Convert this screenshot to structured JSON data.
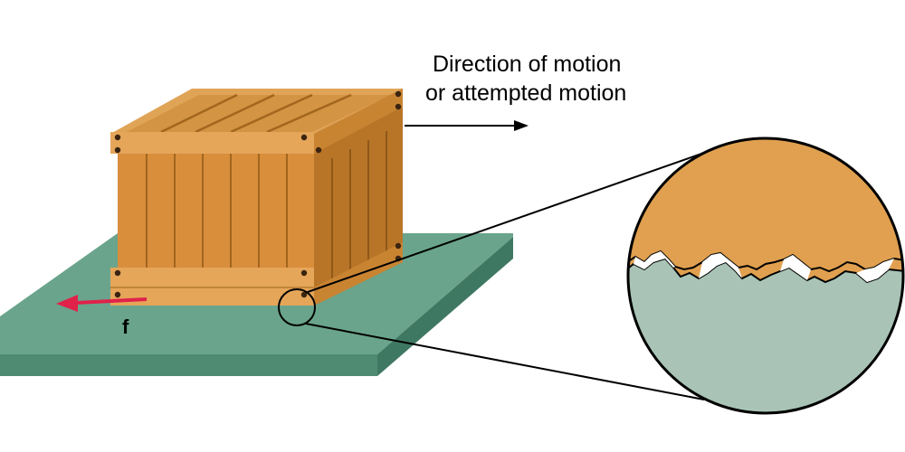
{
  "labels": {
    "motion_line1": "Direction of motion",
    "motion_line2": "or attempted motion",
    "friction": "f"
  },
  "colors": {
    "background": "#ffffff",
    "floor_top": "#6aa48c",
    "floor_side": "#4f8a72",
    "crate_face": "#d98e3c",
    "crate_light": "#e5a65a",
    "crate_dark": "#b06f25",
    "plank_line": "#a2661e",
    "bolt": "#3a2410",
    "magnified_upper": "#e0a050",
    "magnified_lower": "#a9c4b6",
    "friction_arrow": "#e0224a",
    "outline": "#000000"
  },
  "icons": {
    "motion_arrow": "arrow-right",
    "friction_arrow": "arrow-left",
    "magnifier": "zoom-circle"
  }
}
